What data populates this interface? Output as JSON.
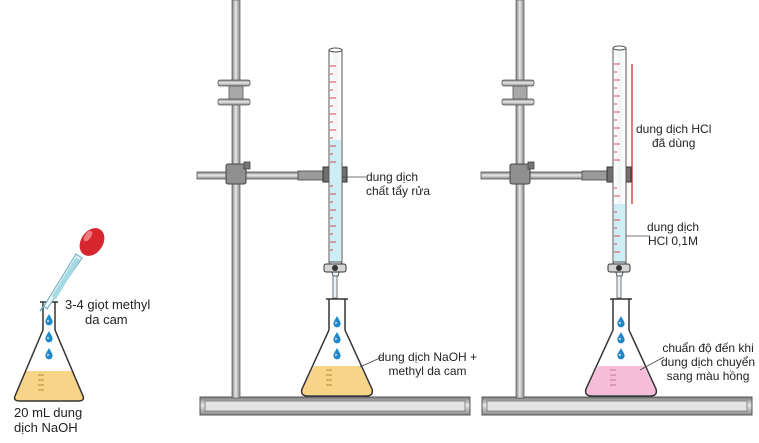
{
  "colors": {
    "naoh_solution": "#f7d488",
    "pink_solution": "#f7bcd8",
    "burette_liquid": "#cdeef4",
    "drop": "#1e88c8",
    "pipette_bulb": "#d8262e",
    "stand_metal": "#9e9e9e",
    "annotation_line": "#d02020"
  },
  "scene1": {
    "line1": "3-4 giọt methyl",
    "line2": "da cam",
    "bottom1": "20 mL dung",
    "bottom2": "dịch NaOH"
  },
  "scene2": {
    "burette1": "dung dịch",
    "burette2": "chất tẩy rửa",
    "flask1": "dung dịch NaOH +",
    "flask2": "methyl da cam"
  },
  "scene3": {
    "used1": "dung dịch HCl",
    "used2": "đã dùng",
    "hcl1": "dung dịch",
    "hcl2": "HCl 0,1M",
    "end1": "chuẩn độ đến khi",
    "end2": "dung dịch chuyển",
    "end3": "sang màu hồng"
  }
}
